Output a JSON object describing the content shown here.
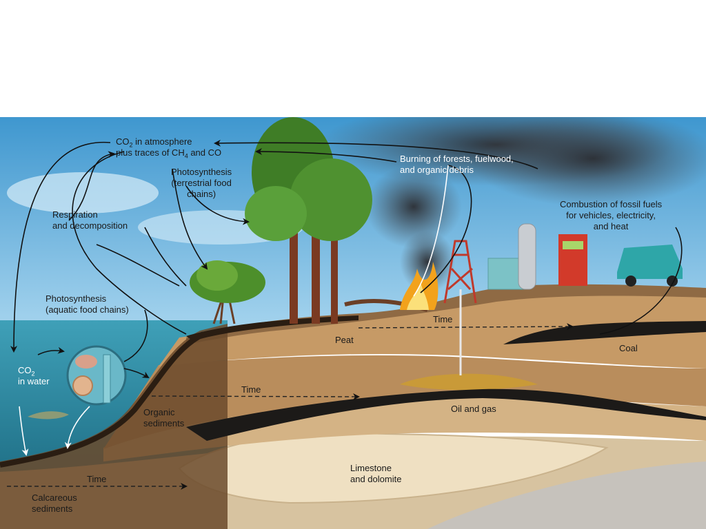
{
  "labels": {
    "co2_atmosphere_1a": "CO",
    "co2_atmosphere_1sub": "2",
    "co2_atmosphere_1b": " in atmosphere",
    "co2_atmosphere_2a": "plus traces of CH",
    "co2_atmosphere_2sub": "4",
    "co2_atmosphere_2b": " and CO",
    "photosynthesis_terrestrial_1": "Photosynthesis",
    "photosynthesis_terrestrial_2": "(terrestrial food",
    "photosynthesis_terrestrial_3": "chains)",
    "respiration_1": "Respiration",
    "respiration_2": "and decomposition",
    "photosynthesis_aquatic_1": "Photosynthesis",
    "photosynthesis_aquatic_2": "(aquatic food chains)",
    "co2_water_a": "CO",
    "co2_water_sub": "2",
    "co2_water_b": "in water",
    "burning_1": "Burning of forests, fuelwood,",
    "burning_2": "and organic debris",
    "combustion_1": "Combustion of fossil fuels",
    "combustion_2": "for vehicles, electricity,",
    "combustion_3": "and heat",
    "peat": "Peat",
    "coal": "Coal",
    "oil_gas": "Oil and gas",
    "organic_sediments_1": "Organic",
    "organic_sediments_2": "sediments",
    "limestone_1": "Limestone",
    "limestone_2": "and dolomite",
    "calcareous_1": "Calcareous",
    "calcareous_2": "sediments",
    "time_1": "Time",
    "time_2": "Time",
    "time_3": "Time"
  },
  "colors": {
    "sky": "#5eaad8",
    "water": "#2f8ea8",
    "soil_light": "#d9b98e",
    "soil_mid": "#b68a5a",
    "soil_dark": "#8a6038",
    "coal": "#1c1a18",
    "limestone": "#efe0c2",
    "smoke": "#3a3c40",
    "arrow": "#111111"
  }
}
